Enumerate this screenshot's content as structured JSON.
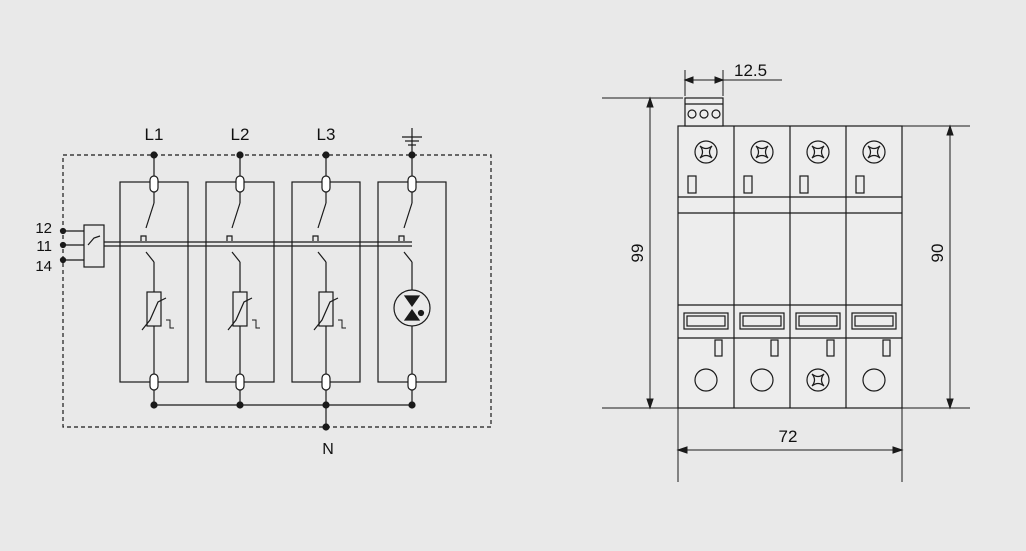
{
  "schematic": {
    "phases": [
      "L1",
      "L2",
      "L3"
    ],
    "neutral": "N",
    "remote_contacts": [
      "12",
      "11",
      "14"
    ],
    "ground_symbol": "ground-icon",
    "module_symbols": [
      "varistor-icon",
      "varistor-icon",
      "varistor-icon",
      "gas-discharge-tube-icon"
    ]
  },
  "dimensions": {
    "terminal_pitch": "12.5",
    "total_height": "99",
    "module_height": "90",
    "width": "72"
  },
  "colors": {
    "background": "#e9e9e9",
    "line": "#1a1a1a"
  }
}
